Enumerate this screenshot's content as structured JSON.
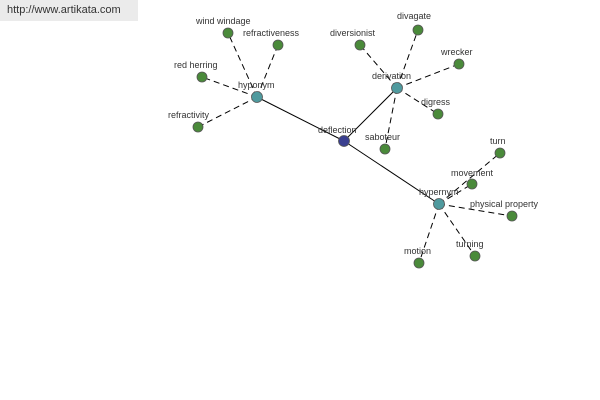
{
  "source_link": "http://www.artikata.com",
  "colors": {
    "center": "#3a3f8f",
    "relation": "#4f9a9e",
    "leaf": "#4a8a3a",
    "edge": "#000000"
  },
  "graph": {
    "center": {
      "id": "deflection",
      "label": "deflection",
      "color": "center"
    },
    "relations": [
      {
        "id": "hyponym",
        "label": "hyponym",
        "color": "relation",
        "children": [
          {
            "id": "wind-windage",
            "label": "wind windage"
          },
          {
            "id": "refractiveness",
            "label": "refractiveness"
          },
          {
            "id": "red-herring",
            "label": "red herring"
          },
          {
            "id": "refractivity",
            "label": "refractivity"
          }
        ]
      },
      {
        "id": "derivation",
        "label": "derivation",
        "color": "relation",
        "children": [
          {
            "id": "diversionist",
            "label": "diversionist"
          },
          {
            "id": "divagate",
            "label": "divagate"
          },
          {
            "id": "wrecker",
            "label": "wrecker"
          },
          {
            "id": "digress",
            "label": "digress"
          },
          {
            "id": "saboteur",
            "label": "saboteur"
          }
        ]
      },
      {
        "id": "hypernym",
        "label": "hypernym",
        "color": "relation",
        "children": [
          {
            "id": "turn",
            "label": "turn"
          },
          {
            "id": "movement",
            "label": "movement"
          },
          {
            "id": "physical-property",
            "label": "physical property"
          },
          {
            "id": "turning",
            "label": "turning"
          },
          {
            "id": "motion",
            "label": "motion"
          }
        ]
      }
    ]
  }
}
